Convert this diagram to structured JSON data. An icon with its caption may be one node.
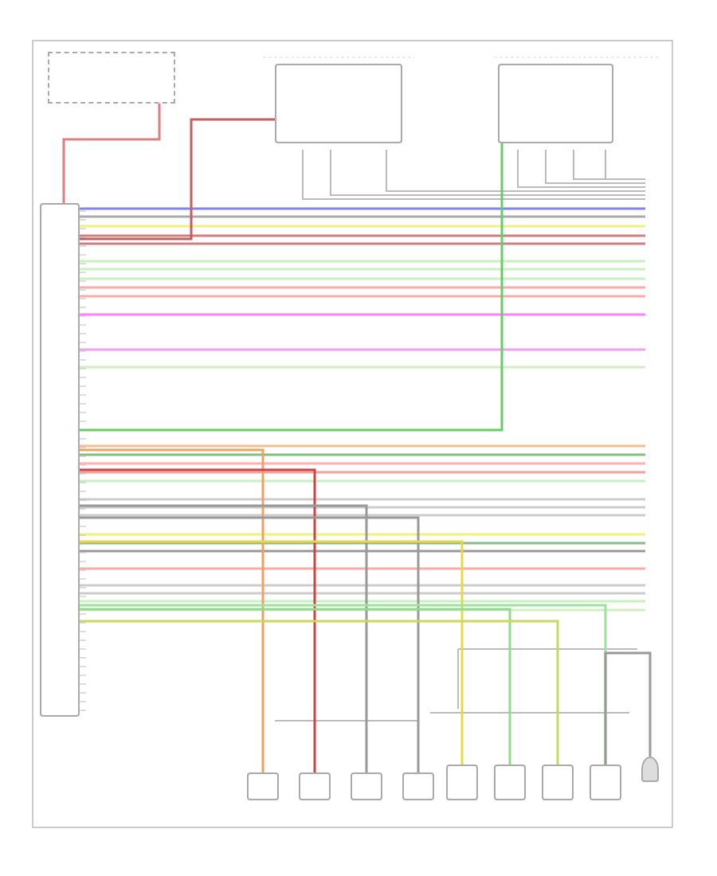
{
  "diagram": {
    "nodes": [
      {
        "text": [],
        "shape": "switch"
      },
      {
        "text": [],
        "shape": "box"
      },
      {
        "text": [],
        "shape": "box"
      },
      {
        "text": [],
        "shape": "box"
      },
      {
        "text": [],
        "shape": "box"
      },
      {
        "text": [],
        "shape": "box"
      },
      {
        "text": [],
        "shape": "box"
      },
      {
        "text": [],
        "shape": "box"
      },
      {
        "text": [],
        "shape": "box"
      },
      {
        "text": [],
        "shape": "box"
      },
      {
        "text": [],
        "shape": "box"
      },
      {
        "text": [],
        "shape": "box"
      },
      {
        "text": [],
        "shape": "ground"
      }
    ],
    "edges": [
      {
        "from": 0,
        "to": 3,
        "arrow": "none",
        "color": "#d98080"
      },
      {
        "from": 3,
        "to": 1,
        "arrow": "none",
        "color": "#c06060"
      },
      {
        "from": 3,
        "to": 2,
        "arrow": "none",
        "color": "#66cc66"
      },
      {
        "from": 3,
        "to": 4,
        "arrow": "none",
        "color": "#f0a060"
      },
      {
        "from": 3,
        "to": 5,
        "arrow": "none",
        "color": "#cc4444"
      },
      {
        "from": 3,
        "to": 6,
        "arrow": "none",
        "color": "#999999"
      },
      {
        "from": 3,
        "to": 7,
        "arrow": "none",
        "color": "#999999"
      },
      {
        "from": 3,
        "to": 8,
        "arrow": "none",
        "color": "#e6d84a"
      },
      {
        "from": 3,
        "to": 9,
        "arrow": "none",
        "color": "#8fdc8f"
      },
      {
        "from": 3,
        "to": 10,
        "arrow": "none",
        "color": "#c8d860"
      },
      {
        "from": 3,
        "to": 11,
        "arrow": "none",
        "color": "#a0e0a0"
      },
      {
        "from": 11,
        "to": 12,
        "arrow": "none",
        "color": "#999999"
      }
    ]
  }
}
